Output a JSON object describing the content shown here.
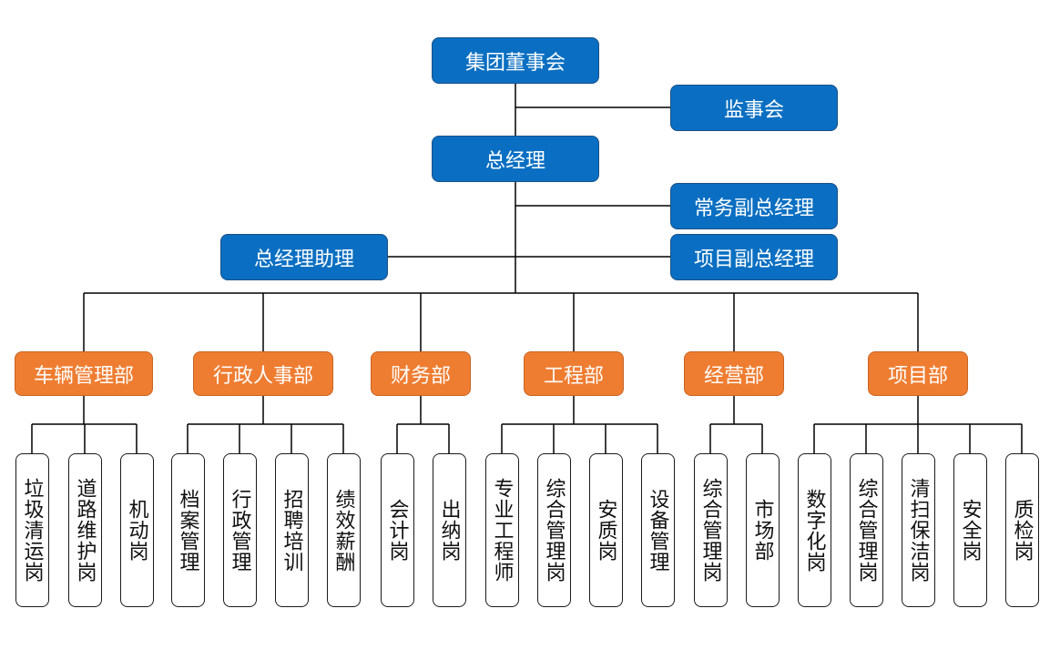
{
  "colors": {
    "top_fill": "#0a6fc2",
    "dept_fill": "#ef7d31",
    "leaf_fill": "#ffffff",
    "line": "#000000"
  },
  "top": {
    "board": "集团董事会",
    "supervisory": "监事会",
    "gm": "总经理",
    "executive_vp": "常务副总经理",
    "project_vp": "项目副总经理",
    "gm_assistant": "总经理助理"
  },
  "departments": [
    {
      "name": "车辆管理部",
      "children": [
        "垃圾清运岗",
        "道路维护岗",
        "机动岗"
      ]
    },
    {
      "name": "行政人事部",
      "children": [
        "档案管理",
        "行政管理",
        "招聘培训",
        "绩效薪酬"
      ]
    },
    {
      "name": "财务部",
      "children": [
        "会计岗",
        "出纳岗"
      ]
    },
    {
      "name": "工程部",
      "children": [
        "专业工程师",
        "综合管理岗",
        "安质岗",
        "设备管理"
      ]
    },
    {
      "name": "经营部",
      "children": [
        "综合管理岗",
        "市场部"
      ]
    },
    {
      "name": "项目部",
      "children": [
        "数字化岗",
        "综合管理岗",
        "清扫保洁岗",
        "安全岗",
        "质检岗"
      ]
    }
  ]
}
